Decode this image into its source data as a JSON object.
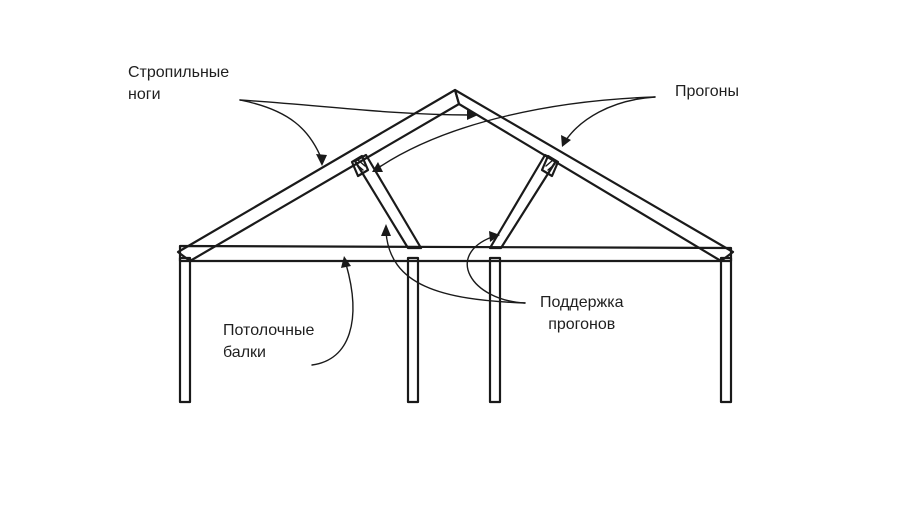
{
  "labels": {
    "rafters": [
      "Стропильные",
      "ноги"
    ],
    "purlins": [
      "Прогоны"
    ],
    "purlin_supports": [
      "Поддержка",
      "прогонов"
    ],
    "ceiling_joists": [
      "Потолочные",
      "балки"
    ]
  },
  "colors": {
    "line": "#1a1a1a",
    "text": "#1f1f1f",
    "background": "#ffffff"
  }
}
